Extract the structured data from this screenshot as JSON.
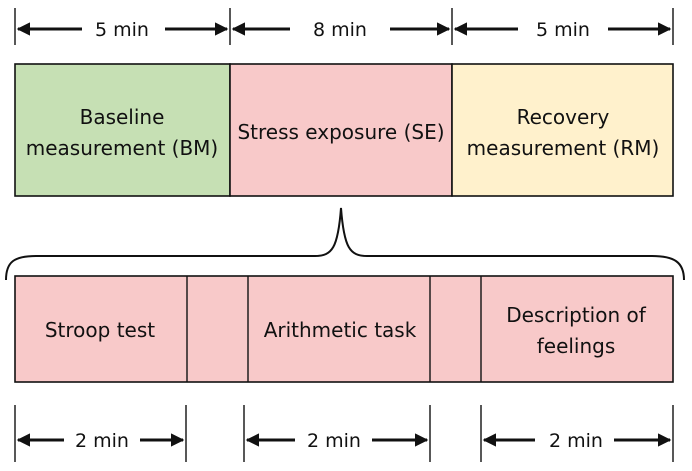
{
  "top_durations": [
    "5 min",
    "8 min",
    "5 min"
  ],
  "phases": [
    {
      "lines": [
        "Baseline",
        "measurement (BM)"
      ],
      "color": "#c6e0b4"
    },
    {
      "lines": [
        "Stress exposure (SE)"
      ],
      "color": "#f8c9c9"
    },
    {
      "lines": [
        "Recovery",
        "measurement (RM)"
      ],
      "color": "#fff1cc"
    }
  ],
  "tasks": [
    {
      "lines": [
        "Stroop test"
      ]
    },
    {
      "lines": []
    },
    {
      "lines": [
        "Arithmetic task"
      ]
    },
    {
      "lines": []
    },
    {
      "lines": [
        "Description of",
        "feelings"
      ]
    }
  ],
  "task_color": "#f8c9c9",
  "bottom_durations": [
    "2 min",
    "2 min",
    "2 min"
  ]
}
